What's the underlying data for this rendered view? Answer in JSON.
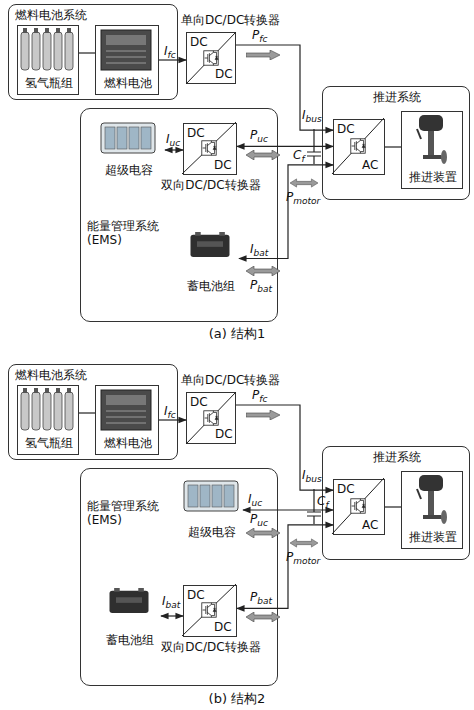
{
  "diagram": {
    "nodes": [
      {
        "text": [
          "燃料电池系统"
        ]
      },
      {
        "text": [
          "氢气瓶组"
        ],
        "in": 0
      },
      {
        "text": [
          "燃料电池"
        ],
        "in": 0
      },
      {
        "text": [
          "单向DC/DC转换器",
          "DC",
          "DC"
        ]
      },
      {
        "text": [
          "推进系统"
        ]
      },
      {
        "text": [
          "DC",
          "AC"
        ],
        "in": 4
      },
      {
        "text": [
          "推进装置"
        ],
        "in": 4
      },
      {
        "text": [
          "能量管理系统(EMS)"
        ]
      },
      {
        "text": [
          "超级电容"
        ],
        "in": 7
      },
      {
        "text": [
          "DC",
          "DC",
          "双向DC/DC转换器"
        ],
        "in": 7
      },
      {
        "text": [
          "蓄电池组"
        ],
        "in": 7
      },
      {
        "text": [
          "燃料电池系统"
        ]
      },
      {
        "text": [
          "氢气瓶组"
        ],
        "in": 11
      },
      {
        "text": [
          "燃料电池"
        ],
        "in": 11
      },
      {
        "text": [
          "单向DC/DC转换器",
          "DC",
          "DC"
        ]
      },
      {
        "text": [
          "推进系统"
        ]
      },
      {
        "text": [
          "DC",
          "AC"
        ],
        "in": 15
      },
      {
        "text": [
          "推进装置"
        ],
        "in": 15
      },
      {
        "text": [
          "能量管理系统(EMS)"
        ]
      },
      {
        "text": [
          "超级电容"
        ],
        "in": 18
      },
      {
        "text": [
          "蓄电池组"
        ],
        "in": 18
      },
      {
        "text": [
          "DC",
          "DC",
          "双向DC/DC转换器"
        ],
        "in": 18
      }
    ],
    "edges": [
      {
        "from": 1,
        "to": 2,
        "arrow": "none"
      },
      {
        "from": 2,
        "to": 3,
        "label": "Ifc",
        "arrow": "to"
      },
      {
        "from": 3,
        "to": 5,
        "label": "Pfc",
        "arrow": "to"
      },
      {
        "from": 8,
        "to": 9,
        "label": "Iuc",
        "arrow": "both"
      },
      {
        "from": 9,
        "to": 5,
        "label": "Puc",
        "arrow": "both"
      },
      {
        "from": 10,
        "to": 5,
        "label": "Pbat",
        "arrow": "both"
      },
      {
        "from": 5,
        "to": 6,
        "arrow": "none"
      },
      {
        "from": 12,
        "to": 13,
        "arrow": "none"
      },
      {
        "from": 13,
        "to": 14,
        "label": "Ifc",
        "arrow": "to"
      },
      {
        "from": 14,
        "to": 16,
        "label": "Pfc",
        "arrow": "to"
      },
      {
        "from": 19,
        "to": 16,
        "label": "Puc",
        "arrow": "both"
      },
      {
        "from": 20,
        "to": 21,
        "label": "Ibat",
        "arrow": "both"
      },
      {
        "from": 21,
        "to": 16,
        "label": "Pbat",
        "arrow": "both"
      },
      {
        "from": 16,
        "to": 17,
        "arrow": "none"
      }
    ],
    "labels": [
      "Ibus",
      "Cf",
      "Pmotor",
      "Ibat",
      "(a) 结构1",
      "Ibus",
      "Cf",
      "Pmotor",
      "Iuc",
      "(b) 结构2"
    ]
  }
}
